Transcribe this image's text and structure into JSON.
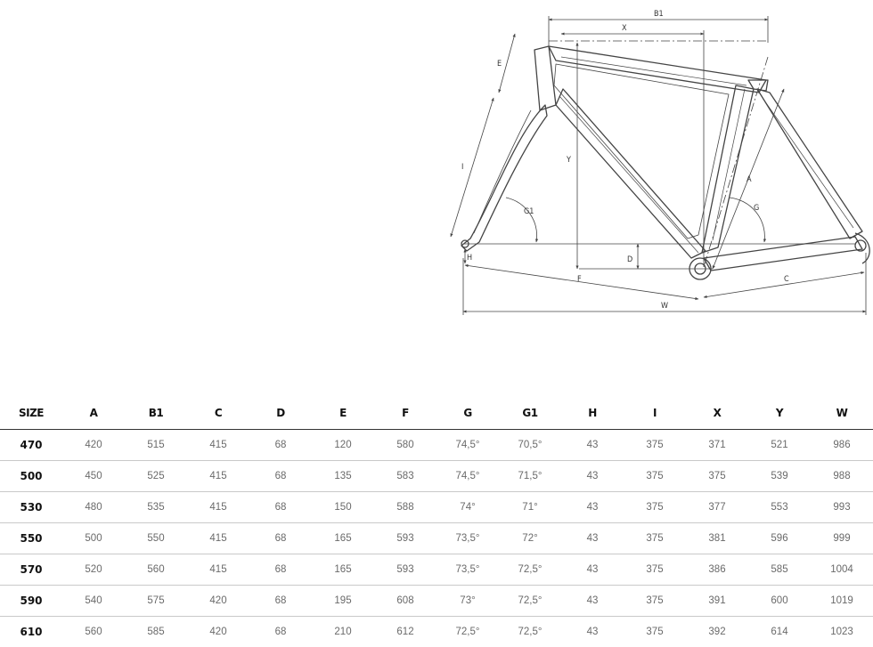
{
  "diagram_labels": {
    "b1": "B1",
    "x": "X",
    "y": "Y",
    "e": "E",
    "i": "I",
    "g1": "G1",
    "a": "A",
    "g": "G",
    "h": "H",
    "d": "D",
    "f": "F",
    "c": "C",
    "w": "W"
  },
  "table": {
    "headers": [
      "SIZE",
      "A",
      "B1",
      "C",
      "D",
      "E",
      "F",
      "G",
      "G1",
      "H",
      "I",
      "X",
      "Y",
      "W"
    ],
    "rows": [
      [
        "470",
        "420",
        "515",
        "415",
        "68",
        "120",
        "580",
        "74,5°",
        "70,5°",
        "43",
        "375",
        "371",
        "521",
        "986"
      ],
      [
        "500",
        "450",
        "525",
        "415",
        "68",
        "135",
        "583",
        "74,5°",
        "71,5°",
        "43",
        "375",
        "375",
        "539",
        "988"
      ],
      [
        "530",
        "480",
        "535",
        "415",
        "68",
        "150",
        "588",
        "74°",
        "71°",
        "43",
        "375",
        "377",
        "553",
        "993"
      ],
      [
        "550",
        "500",
        "550",
        "415",
        "68",
        "165",
        "593",
        "73,5°",
        "72°",
        "43",
        "375",
        "381",
        "596",
        "999"
      ],
      [
        "570",
        "520",
        "560",
        "415",
        "68",
        "165",
        "593",
        "73,5°",
        "72,5°",
        "43",
        "375",
        "386",
        "585",
        "1004"
      ],
      [
        "590",
        "540",
        "575",
        "420",
        "68",
        "195",
        "608",
        "73°",
        "72,5°",
        "43",
        "375",
        "391",
        "600",
        "1019"
      ],
      [
        "610",
        "560",
        "585",
        "420",
        "68",
        "210",
        "612",
        "72,5°",
        "72,5°",
        "43",
        "375",
        "392",
        "614",
        "1023"
      ]
    ]
  }
}
